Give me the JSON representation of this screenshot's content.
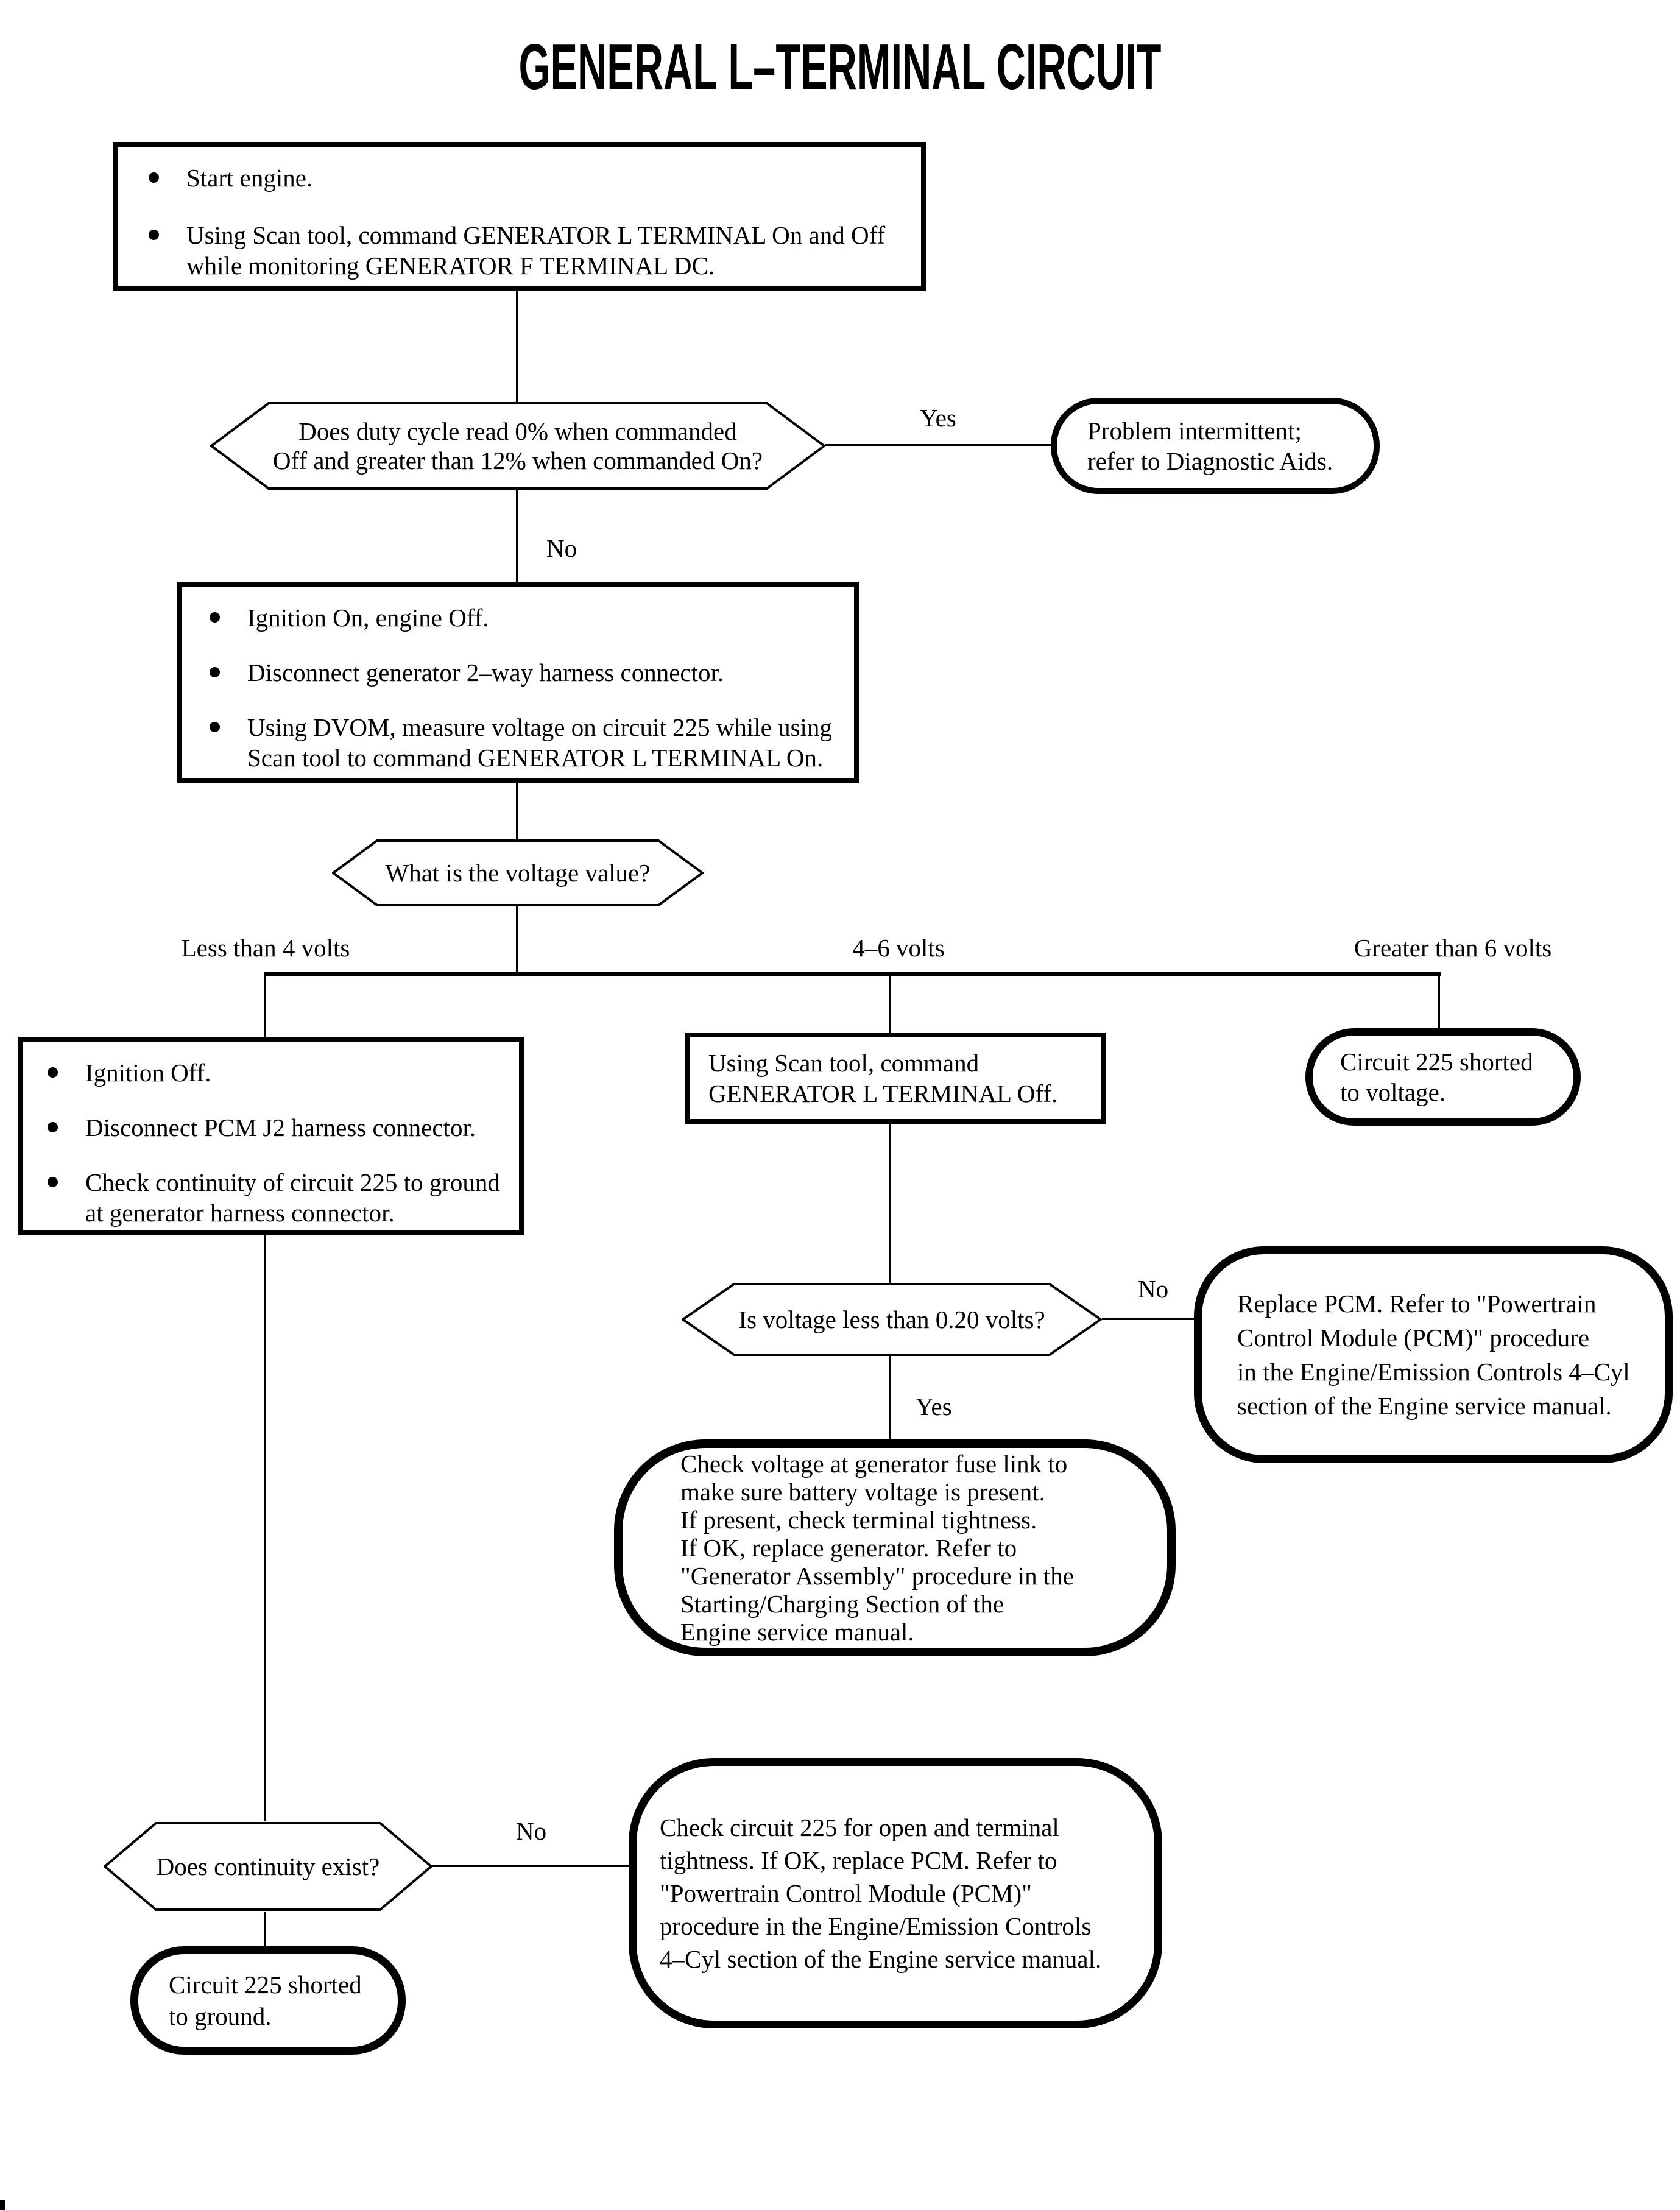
{
  "title": "GENERAL L–TERMINAL CIRCUIT",
  "colors": {
    "ink": "#000000",
    "paper": "#ffffff"
  },
  "labels": {
    "yes": "Yes",
    "no": "No"
  },
  "branches": {
    "less_than_4": "Less than 4 volts",
    "four_to_six": "4–6 volts",
    "greater_than_6": "Greater than 6 volts"
  },
  "nodes": {
    "start": {
      "type": "process",
      "bullets": [
        [
          "Start engine."
        ],
        [
          "Using Scan tool, command GENERATOR L TERMINAL On and Off",
          "while monitoring GENERATOR F TERMINAL DC."
        ]
      ]
    },
    "duty_cycle_q": {
      "type": "decision",
      "lines": [
        "Does duty cycle read 0% when commanded",
        "Off and greater than 12% when commanded On?"
      ]
    },
    "intermittent": {
      "type": "terminator",
      "lines": [
        "Problem intermittent;",
        "refer to Diagnostic Aids."
      ]
    },
    "ignition_on": {
      "type": "process",
      "bullets": [
        [
          "Ignition On, engine Off."
        ],
        [
          "Disconnect generator 2–way harness connector."
        ],
        [
          "Using DVOM, measure voltage on circuit 225 while using",
          "Scan tool to command GENERATOR L TERMINAL On."
        ]
      ]
    },
    "voltage_q": {
      "type": "decision",
      "lines": [
        "What is the voltage value?"
      ]
    },
    "ignition_off": {
      "type": "process",
      "bullets": [
        [
          "Ignition Off."
        ],
        [
          "Disconnect PCM J2 harness connector."
        ],
        [
          "Check continuity of circuit 225 to ground",
          "at generator harness connector."
        ]
      ]
    },
    "command_off": {
      "type": "process",
      "lines": [
        "Using Scan tool, command",
        "GENERATOR L TERMINAL Off."
      ]
    },
    "shorted_voltage": {
      "type": "terminator",
      "lines": [
        "Circuit 225 shorted",
        "to voltage."
      ]
    },
    "lt020_q": {
      "type": "decision",
      "lines": [
        "Is voltage less than 0.20 volts?"
      ]
    },
    "replace_pcm": {
      "type": "terminator",
      "lines": [
        "Replace PCM. Refer to \"Powertrain",
        "Control Module (PCM)\" procedure",
        "in the Engine/Emission Controls 4–Cyl",
        "section of the Engine service manual."
      ]
    },
    "check_fuse_link": {
      "type": "terminator",
      "lines": [
        "Check voltage at generator fuse link to",
        "make sure battery voltage is present.",
        "If present, check terminal tightness.",
        "If OK, replace generator. Refer to",
        "\"Generator Assembly\" procedure in the",
        "Starting/Charging Section of the",
        "Engine service manual."
      ]
    },
    "continuity_q": {
      "type": "decision",
      "lines": [
        "Does continuity exist?"
      ]
    },
    "check_circuit_225": {
      "type": "terminator",
      "lines": [
        "Check circuit 225 for open and terminal",
        "tightness. If OK, replace PCM. Refer to",
        "\"Powertrain Control Module (PCM)\"",
        "procedure in the Engine/Emission Controls",
        "4–Cyl section of the Engine service manual."
      ]
    },
    "shorted_ground": {
      "type": "terminator",
      "lines": [
        "Circuit 225 shorted",
        "to ground."
      ]
    }
  }
}
